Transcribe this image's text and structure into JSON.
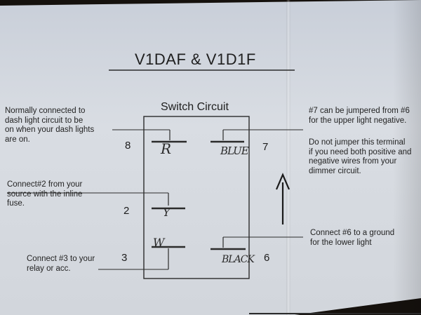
{
  "title": "V1DAF & V1D1F",
  "subtitle": "Switch Circuit",
  "notes": {
    "left_top": [
      "Normally connected to",
      "dash light circuit to be",
      "on when your dash lights",
      "are on."
    ],
    "left_mid": [
      "Connect#2 from your",
      "source with the inline",
      "fuse."
    ],
    "left_bottom": [
      "Connect #3 to your",
      "relay or acc."
    ],
    "right_top": [
      "#7 can be jumpered from #6",
      "for the upper light negative."
    ],
    "right_mid": [
      "Do not jumper this terminal",
      "if you need both positive and",
      "negative wires from your",
      "dimmer circuit."
    ],
    "right_bottom": [
      "Connect #6 to a ground",
      "for the lower light"
    ]
  },
  "pins": {
    "p8": "8",
    "p7": "7",
    "p2": "2",
    "p3": "3",
    "p6": "6"
  },
  "handwriting": {
    "r": "R",
    "blue": "BLUE",
    "y": "Y",
    "w": "W",
    "black": "BLACK"
  },
  "icons": {
    "arrow": "up-arrow-icon"
  }
}
